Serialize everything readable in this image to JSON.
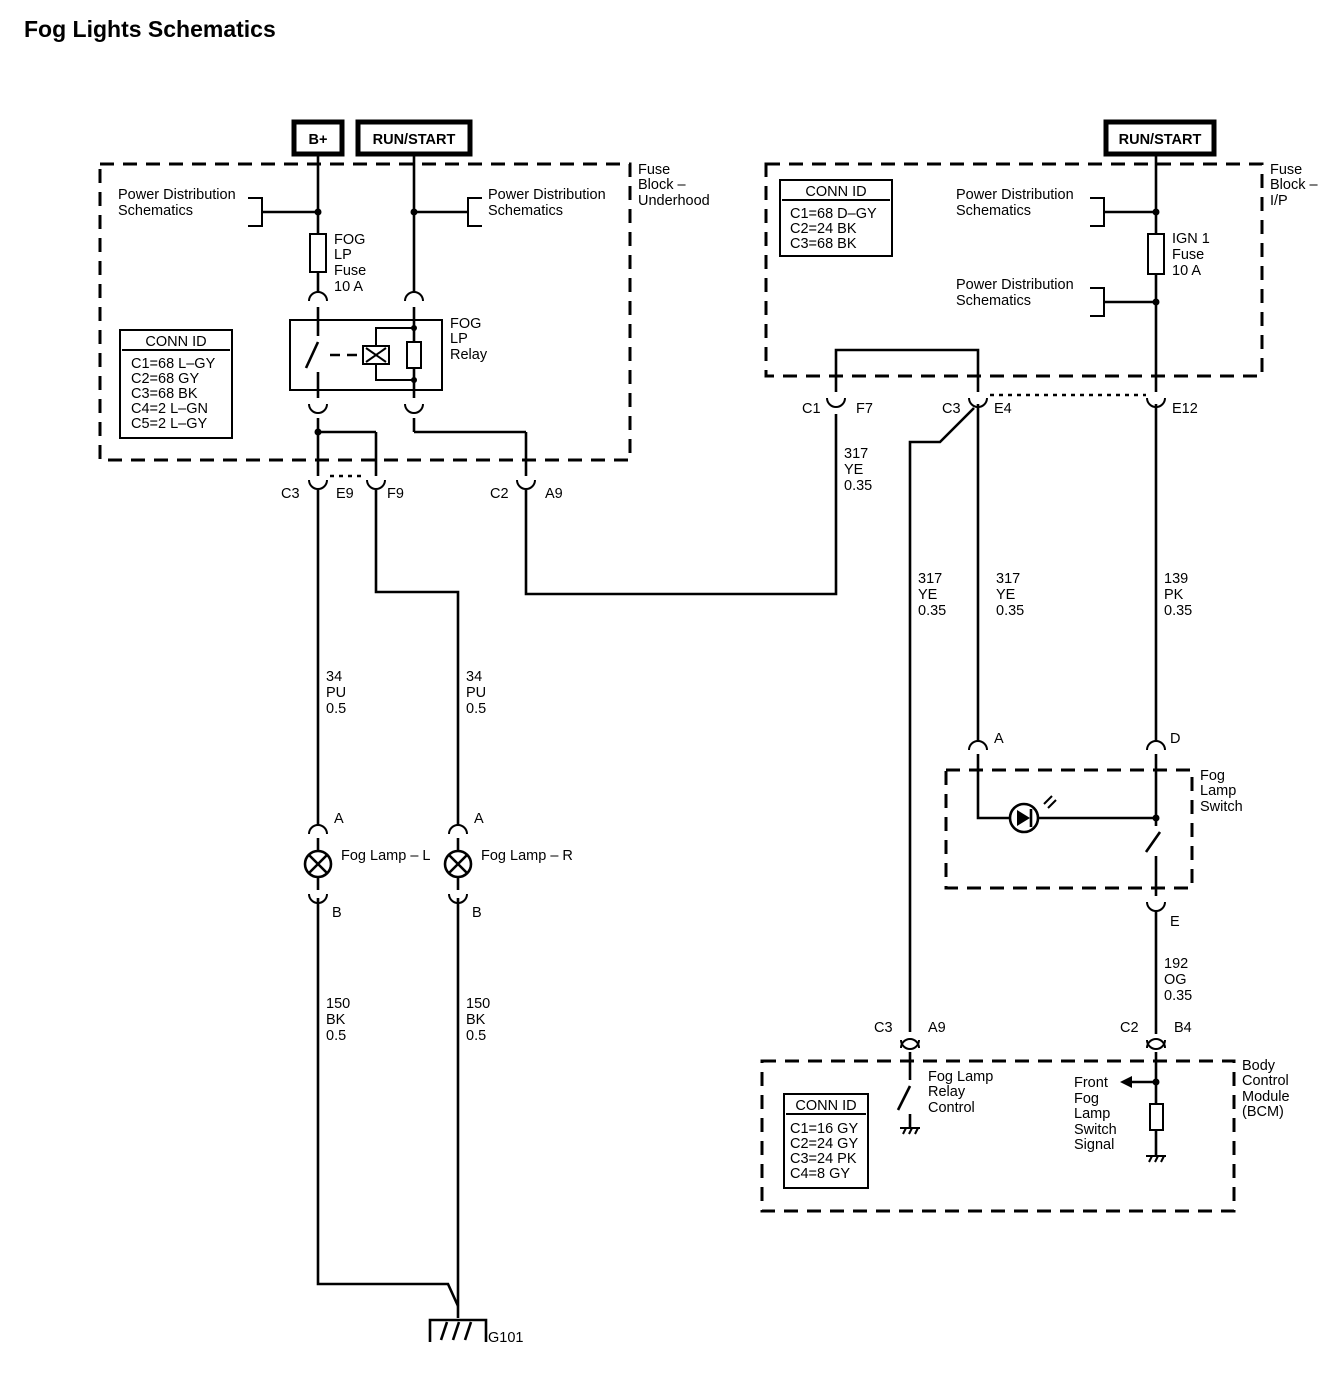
{
  "title": "Fog Lights Schematics",
  "power": {
    "bplus": "B+",
    "run_start": "RUN/START",
    "run_start_ip": "RUN/START"
  },
  "modules": {
    "fuse_block_underhood": [
      "Fuse",
      "Block –",
      "Underhood"
    ],
    "fuse_block_ip": [
      "Fuse",
      "Block –",
      "I/P"
    ],
    "fog_lamp_switch": [
      "Fog",
      "Lamp",
      "Switch"
    ],
    "bcm": [
      "Body",
      "Control",
      "Module",
      "(BCM)"
    ]
  },
  "refs": {
    "pds_left": [
      "Power Distribution",
      "Schematics"
    ],
    "pds_mid": [
      "Power Distribution",
      "Schematics"
    ],
    "pds_ip1": [
      "Power Distribution",
      "Schematics"
    ],
    "pds_ip2": [
      "Power Distribution",
      "Schematics"
    ]
  },
  "components": {
    "fog_fuse": [
      "FOG",
      "LP",
      "Fuse",
      "10 A"
    ],
    "ign_fuse": [
      "IGN 1",
      "Fuse",
      "10 A"
    ],
    "fog_relay": [
      "FOG",
      "LP",
      "Relay"
    ],
    "fog_lamp_l": "Fog Lamp – L",
    "fog_lamp_r": "Fog Lamp – R",
    "relay_control": [
      "Fog Lamp",
      "Relay",
      "Control"
    ],
    "front_fog_signal": [
      "Front",
      "Fog",
      "Lamp",
      "Switch",
      "Signal"
    ],
    "ground": "G101"
  },
  "conn_ids": {
    "underhood": {
      "header": "CONN ID",
      "lines": [
        "C1=68 L–GY",
        "C2=68 GY",
        "C3=68 BK",
        "C4=2 L–GN",
        "C5=2 L–GY"
      ]
    },
    "ip": {
      "header": "CONN ID",
      "lines": [
        "C1=68 D–GY",
        "C2=24 BK",
        "C3=68 BK"
      ]
    },
    "bcm": {
      "header": "CONN ID",
      "lines": [
        "C1=16 GY",
        "C2=24 GY",
        "C3=24 PK",
        "C4=8 GY"
      ]
    }
  },
  "connectors": {
    "c3": "C3",
    "e9": "E9",
    "f9": "F9",
    "c2": "C2",
    "a9": "A9",
    "ip_c1": "C1",
    "ip_f7": "F7",
    "ip_c3": "C3",
    "ip_e4": "E4",
    "ip_e12": "E12",
    "sw_a": "A",
    "sw_d": "D",
    "sw_e": "E",
    "lamp_l_a": "A",
    "lamp_l_b": "B",
    "lamp_r_a": "A",
    "lamp_r_b": "B",
    "bcm_c3": "C3",
    "bcm_a9": "A9",
    "bcm_c2": "C2",
    "bcm_b4": "B4"
  },
  "wires": {
    "w317_f7": [
      "317",
      "YE",
      "0.35"
    ],
    "w317_c3": [
      "317",
      "YE",
      "0.35"
    ],
    "w317_e4": [
      "317",
      "YE",
      "0.35"
    ],
    "w139": [
      "139",
      "PK",
      "0.35"
    ],
    "w34_l": [
      "34",
      "PU",
      "0.5"
    ],
    "w34_r": [
      "34",
      "PU",
      "0.5"
    ],
    "w150_l": [
      "150",
      "BK",
      "0.5"
    ],
    "w150_r": [
      "150",
      "BK",
      "0.5"
    ],
    "w192": [
      "192",
      "OG",
      "0.35"
    ]
  }
}
